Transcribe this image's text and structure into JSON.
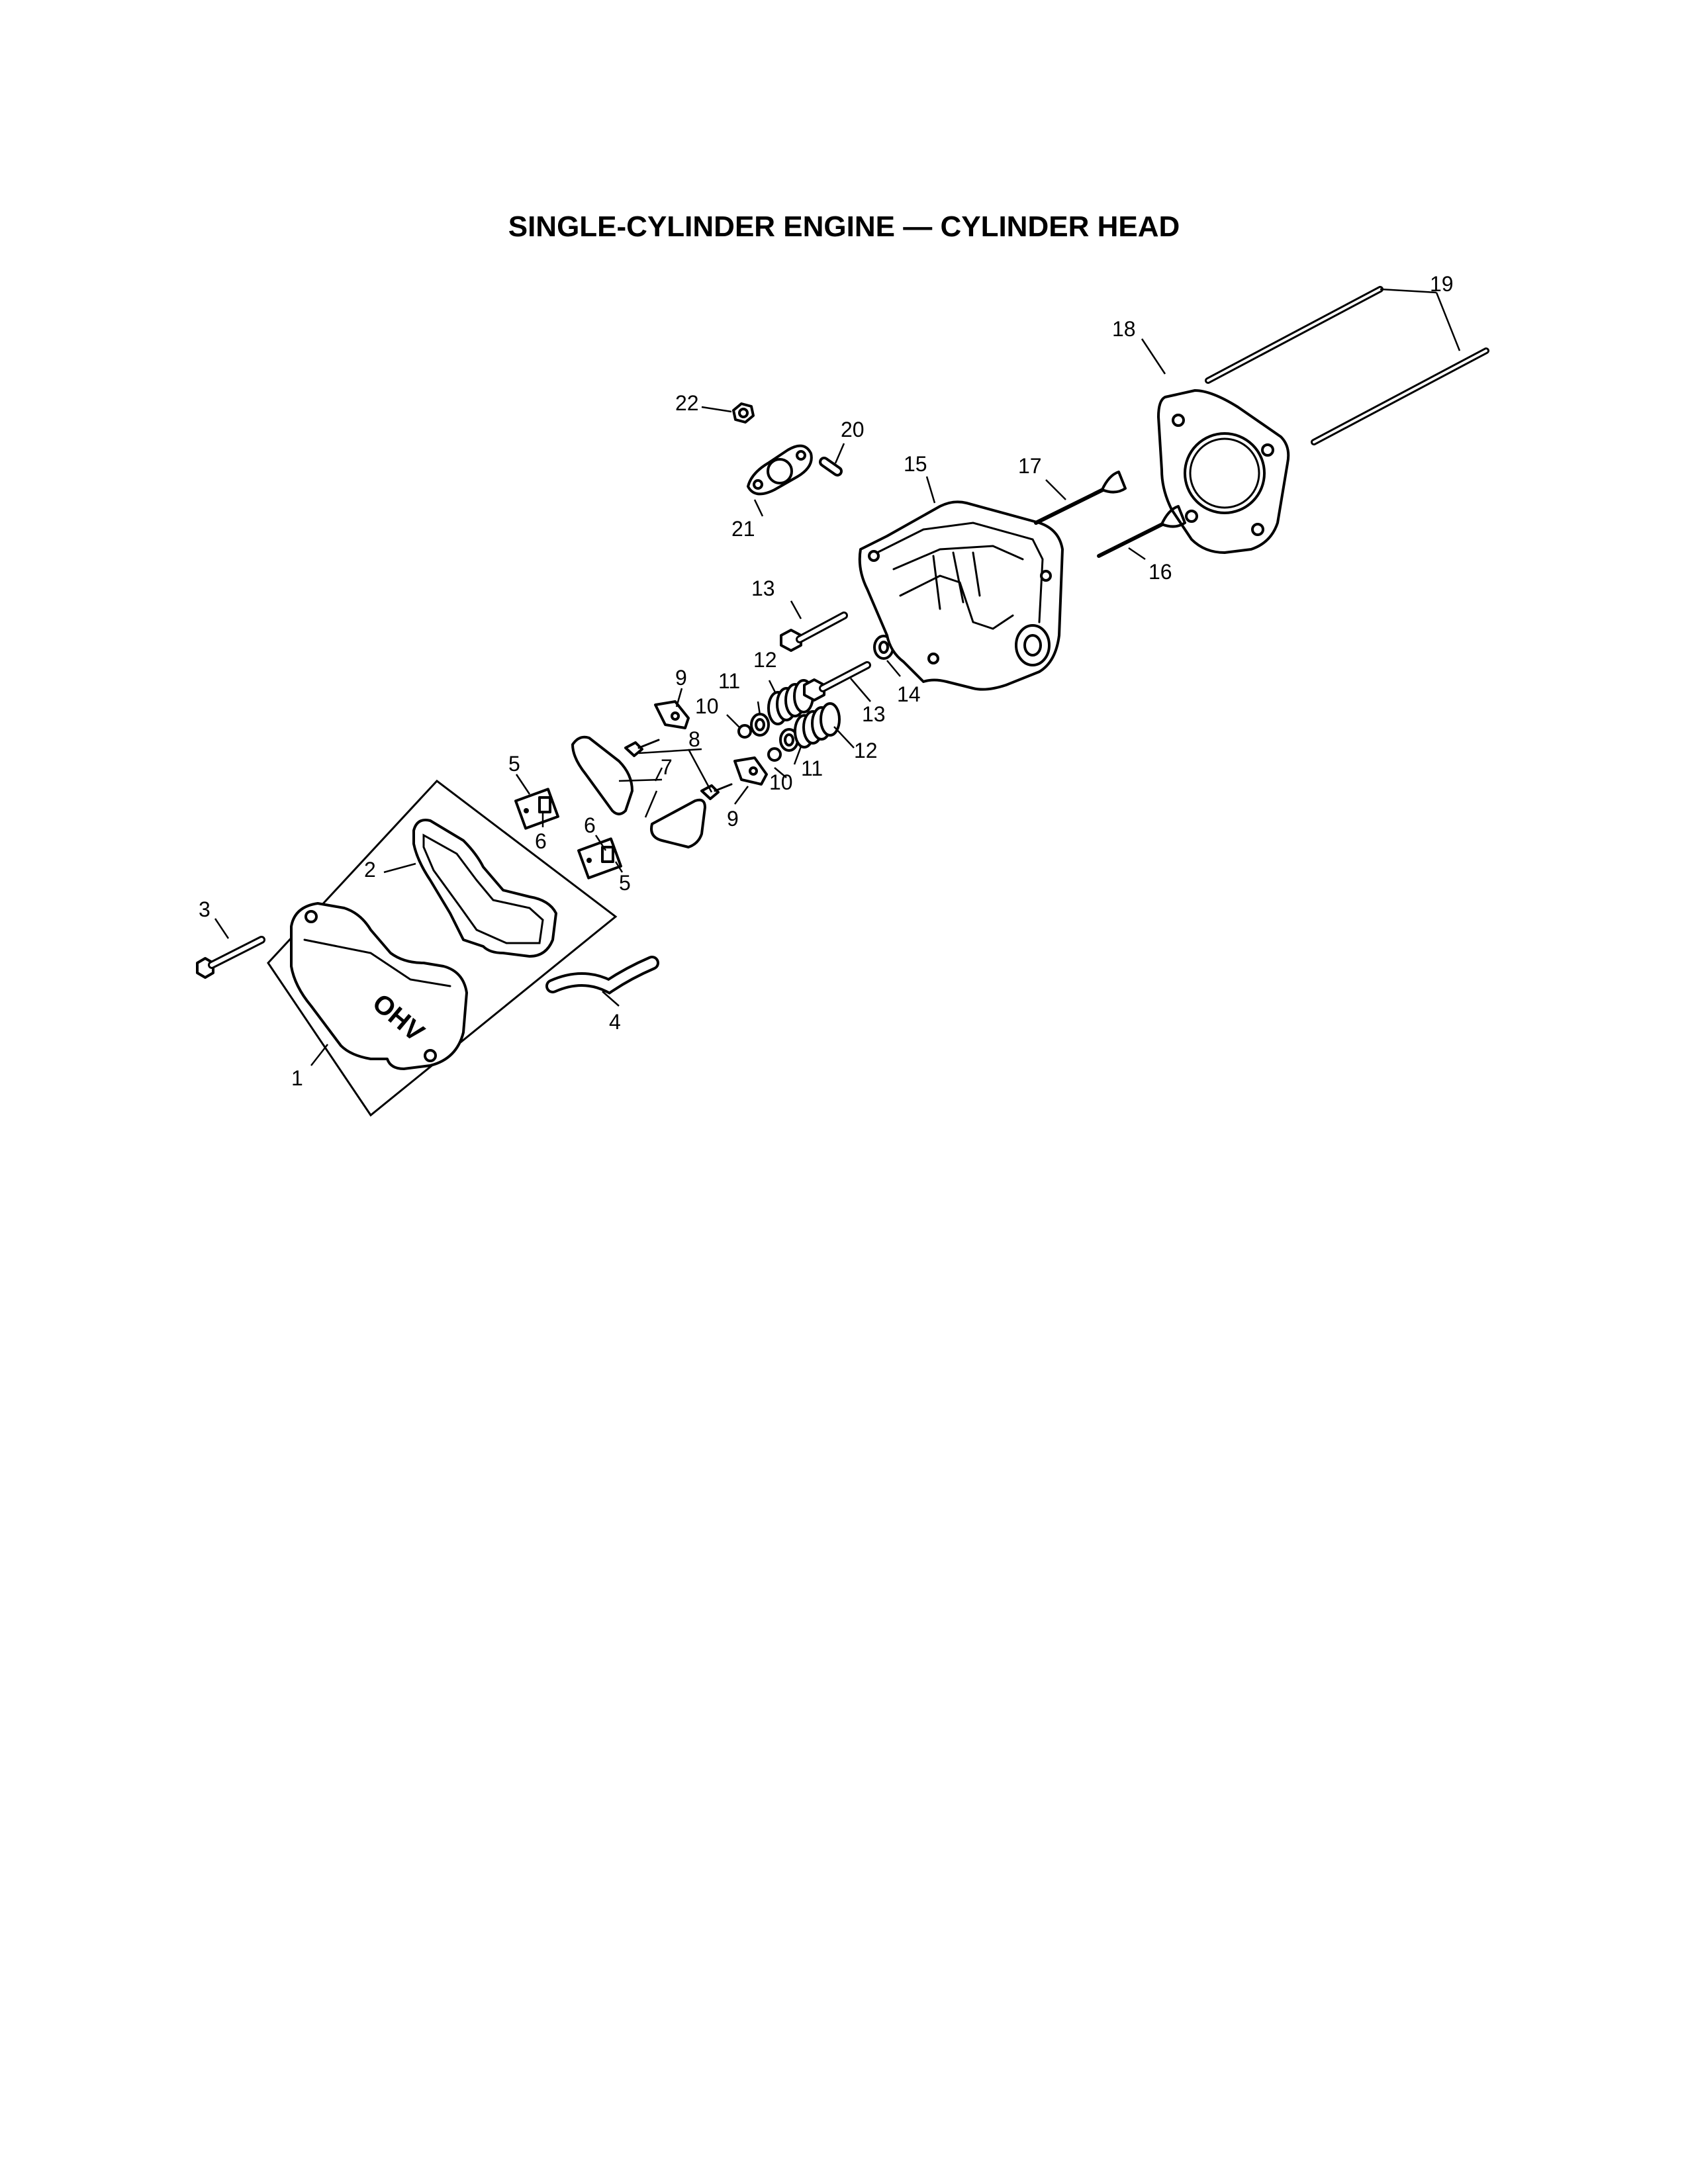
{
  "title": "SINGLE-CYLINDER ENGINE — CYLINDER HEAD",
  "callouts": {
    "c1": "1",
    "c2": "2",
    "c3": "3",
    "c4": "4",
    "c5a": "5",
    "c5b": "5",
    "c6a": "6",
    "c6b": "6",
    "c7": "7",
    "c8": "8",
    "c9a": "9",
    "c9b": "9",
    "c10a": "10",
    "c10b": "10",
    "c11a": "11",
    "c11b": "11",
    "c12a": "12",
    "c12b": "12",
    "c13a": "13",
    "c13b": "13",
    "c14": "14",
    "c15": "15",
    "c16": "16",
    "c17": "17",
    "c18": "18",
    "c19": "19",
    "c20": "20",
    "c21": "21",
    "c22": "22"
  },
  "valve_cover_marking": "OHV"
}
